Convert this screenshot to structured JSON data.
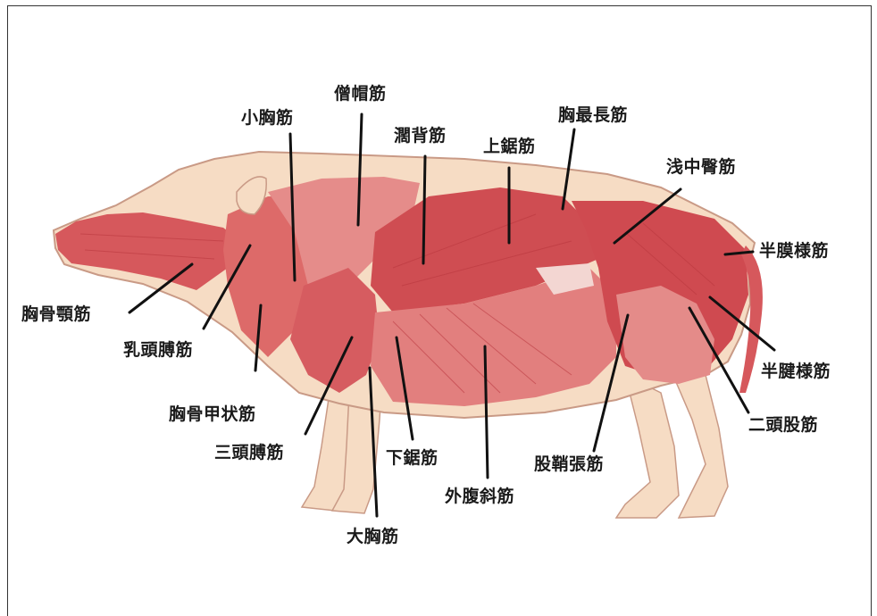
{
  "colors": {
    "skin": "#f6dcc4",
    "skin_outline": "#c99a86",
    "muscle_dark": "#c94a4f",
    "muscle_mid": "#dd6a69",
    "muscle_light": "#eba0a0",
    "fascia": "#f3d6d2",
    "leader_line": "#111111"
  },
  "labels": {
    "l01": "胸骨顎筋",
    "l02": "乳頭膊筋",
    "l03": "胸骨甲状筋",
    "l04": "三頭膊筋",
    "l05": "大胸筋",
    "l06": "下鋸筋",
    "l07": "外腹斜筋",
    "l08": "股鞘張筋",
    "l09": "二頭股筋",
    "l10": "半腱様筋",
    "l11": "半膜様筋",
    "l12": "浅中臀筋",
    "l13": "胸最長筋",
    "l14": "上鋸筋",
    "l15": "濶背筋",
    "l16": "僧帽筋",
    "l17": "小胸筋"
  }
}
